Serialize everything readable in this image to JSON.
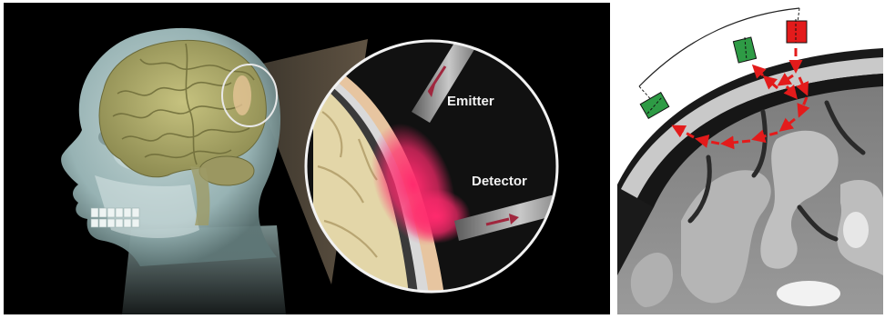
{
  "left_panel": {
    "emitter_label": "Emitter",
    "detector_label": "Detector"
  },
  "right_panel": {
    "sources": [
      "red-optode"
    ],
    "detectors": [
      "green-optode-near",
      "green-optode-far"
    ]
  },
  "colors": {
    "background": "#000000",
    "skin": "#b8d0cf",
    "brain": "#a8a56a",
    "light_path": "#ff2a6d",
    "emitter_red": "#e31b1b",
    "detector_green": "#2e9b45",
    "photon_arrow": "#e31b1b"
  }
}
